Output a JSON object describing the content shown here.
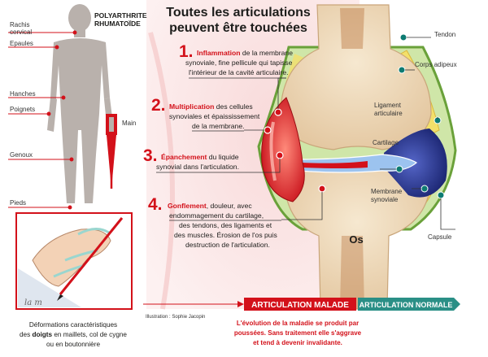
{
  "title": {
    "line1": "Toutes les articulations",
    "line2": "peuvent être touchées"
  },
  "disease": {
    "line1": "POLYARTHRITE",
    "line2": "RHUMATOÏDE"
  },
  "body_labels": {
    "rachis_1": "Rachis",
    "rachis_2": "cervical",
    "epaules": "Epaules",
    "hanches": "Hanches",
    "poignets": "Poignets",
    "main": "Main",
    "genoux": "Genoux",
    "pieds": "Pieds"
  },
  "steps": [
    {
      "num": "1.",
      "keyword": "Inflammation",
      "line1_rest": " de la membrane",
      "line2": "synoviale, fine pellicule qui tapisse",
      "line3": "l'intérieur de la cavité articulaire."
    },
    {
      "num": "2.",
      "keyword": "Multiplication",
      "line1_rest": " des cellules",
      "line2": "synoviales et épaississement",
      "line3": "de la membrane."
    },
    {
      "num": "3.",
      "keyword": "Épanchement",
      "line1_rest": " du liquide",
      "line2": "synovial dans l'articulation.",
      "line3": ""
    },
    {
      "num": "4.",
      "keyword": "Gonflement",
      "line1_rest": ", douleur, avec",
      "line2": "endommagement du cartilage,",
      "line3": "des tendons, des ligaments et",
      "line4": "des muscles. Érosion de l'os puis",
      "line5": "destruction de l'articulation."
    }
  ],
  "anatomy_labels": {
    "tendon": "Tendon",
    "corps_adipeux": "Corps adipeux",
    "ligament_1": "Ligament",
    "ligament_2": "articulaire",
    "cartilage": "Cartilage",
    "membrane_1": "Membrane",
    "membrane_2": "synoviale",
    "capsule": "Capsule",
    "os": "Os"
  },
  "banners": {
    "malade": "ARTICULATION MALADE",
    "normale": "ARTICULATION NORMALE"
  },
  "hand_caption": {
    "line1": "Déformations caractéristiques",
    "line2_pre": "des ",
    "line2_bold": "doigts",
    "line2_post": " en maillets, col de cygne",
    "line3": "ou en boutonnière"
  },
  "credit": "Illustration : Sophie Jacopin",
  "evolution": {
    "line1": "L'évolution de la maladie se produit par",
    "line2": "poussées. Sans traitement elle s'aggrave",
    "line3": "et tend à devenir invalidante."
  },
  "colors": {
    "red": "#d3111a",
    "green_banner": "#2a8f86",
    "bone": "#efdcbf",
    "synovial_blue": "#1f2f8a",
    "adipose": "#f3e06a"
  }
}
